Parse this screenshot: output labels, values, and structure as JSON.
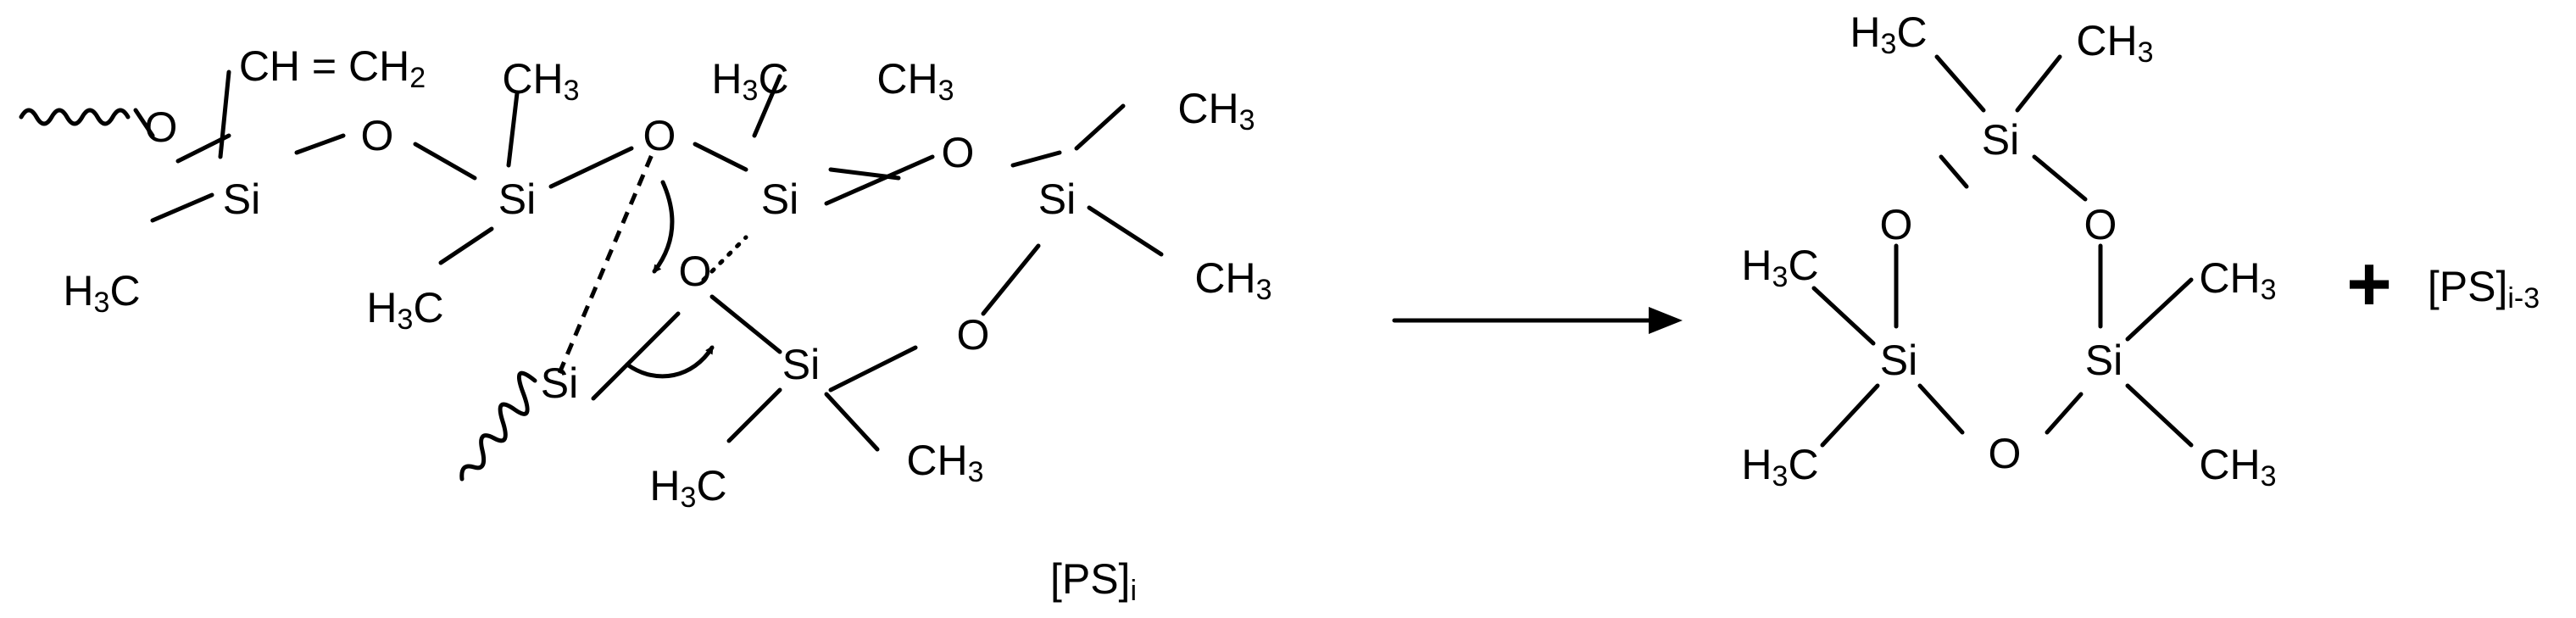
{
  "atoms": {
    "si": "Si",
    "o": "O"
  },
  "groups": {
    "vinyl": "CH = CH",
    "vinyl_sub": "2",
    "ch": "CH",
    "hc_h": "H",
    "hc_c": "C",
    "three": "3"
  },
  "labels": {
    "reactant": "[PS]",
    "reactant_sub": "i",
    "product": "[PS]",
    "product_sub": "i-3",
    "plus": "+"
  }
}
